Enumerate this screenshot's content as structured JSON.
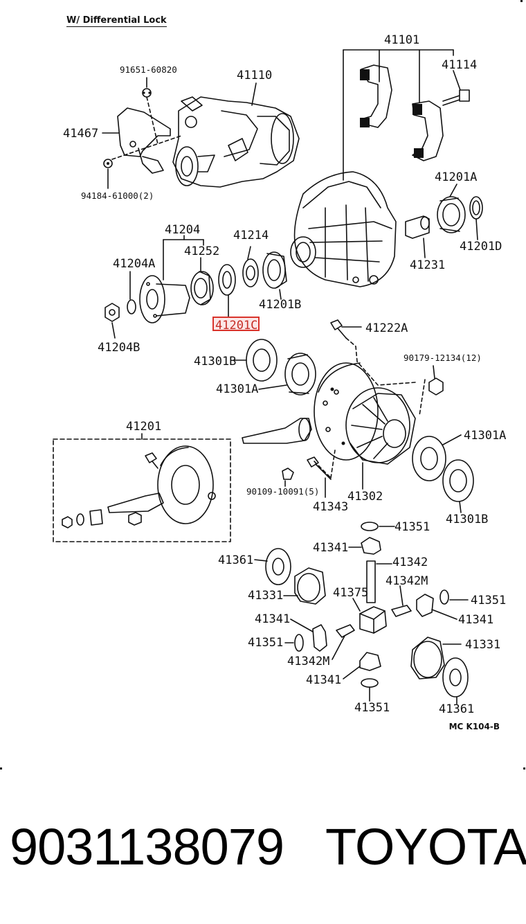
{
  "diagram": {
    "title": "W/ Differential Lock",
    "code": "MC K104-B",
    "highlighted_label": "41201C",
    "labels": {
      "l41101": "41101",
      "l41114": "41114",
      "l91651": "91651-60820",
      "l41110": "41110",
      "l41467": "41467",
      "l94184": "94184-61000(2)",
      "l41201A": "41201A",
      "l41201D": "41201D",
      "l41231": "41231",
      "l41204": "41204",
      "l41214": "41214",
      "l41252": "41252",
      "l41204A": "41204A",
      "l41201B": "41201B",
      "l41204B": "41204B",
      "l41222A": "41222A",
      "l90179": "90179-12134(12)",
      "l41301B_1": "41301B",
      "l41301A_1": "41301A",
      "l41201": "41201",
      "l41301A_2": "41301A",
      "l90109": "90109-10091(5)",
      "l41302": "41302",
      "l41343": "41343",
      "l41301B_2": "41301B",
      "l41351_1": "41351",
      "l41341_1": "41341",
      "l41342": "41342",
      "l41361_1": "41361",
      "l41342M_1": "41342M",
      "l41331_1": "41331",
      "l41375": "41375",
      "l41351_2": "41351",
      "l41341_2": "41341",
      "l41341_3": "41341",
      "l41331_2": "41331",
      "l41351_3": "41351",
      "l41342M_2": "41342M",
      "l41341_4": "41341",
      "l41351_4": "41351",
      "l41361_2": "41361"
    }
  },
  "footer": {
    "part_number": "9031138079",
    "brand": "TOYOTA"
  }
}
